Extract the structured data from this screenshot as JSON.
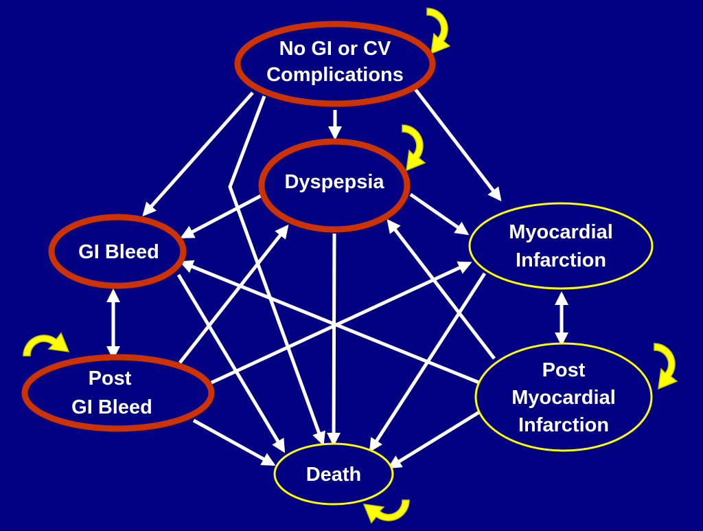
{
  "slide": {
    "background": "#000080",
    "arrow_color": "#ffffff",
    "red_outline": "#cc3300",
    "yellow_outline": "#ffff00",
    "cycle_arrow_color": "#ffff00"
  },
  "states": {
    "no_complications": {
      "line1": "No GI or CV",
      "line2": "Complications"
    },
    "dyspepsia": {
      "line1": "Dyspepsia"
    },
    "gi_bleed": {
      "line1": "GI Bleed"
    },
    "myocardial_infarction": {
      "line1": "Myocardial",
      "line2": "Infarction"
    },
    "post_gi_bleed": {
      "line1": "Post",
      "line2": "GI Bleed"
    },
    "post_myocardial_infarction": {
      "line1": "Post",
      "line2": "Myocardial",
      "line3": "Infarction"
    },
    "death": {
      "line1": "Death"
    }
  }
}
